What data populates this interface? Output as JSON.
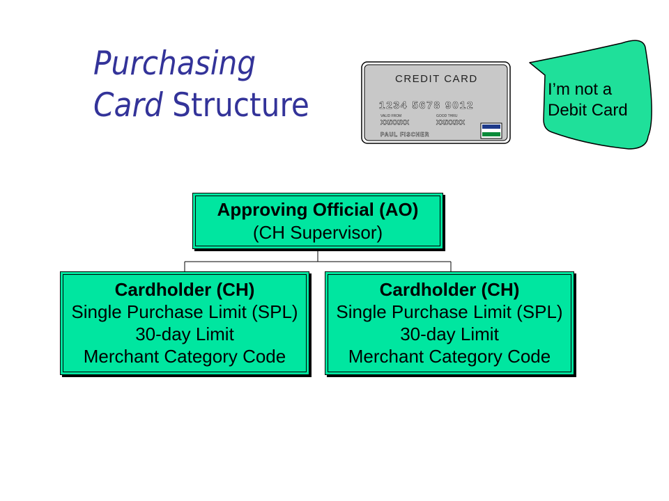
{
  "title": {
    "line1_italic": "Purchasing",
    "line2_italic": "Card",
    "line2_rest": "Structure"
  },
  "credit_card": {
    "heading": "CREDIT CARD",
    "number": "1234 5678 9012",
    "valid_from_label": "VALID FROM",
    "good_thru_label": "GOOD THRU",
    "valid_from_value": "XX/XX/XX",
    "good_thru_value": "XX/XX/XX",
    "holder_name": "PAUL FISCHER"
  },
  "callout": {
    "line1": "I’m not a",
    "line2": "Debit Card"
  },
  "org_chart": {
    "approving_official": {
      "title": "Approving Official (AO)",
      "subtitle": "(CH Supervisor)"
    },
    "cardholders": [
      {
        "title": "Cardholder (CH)",
        "line1": "Single Purchase Limit (SPL)",
        "line2": "30-day Limit",
        "line3": "Merchant Category Code"
      },
      {
        "title": "Cardholder (CH)",
        "line1": "Single Purchase Limit (SPL)",
        "line2": "30-day Limit",
        "line3": "Merchant Category Code"
      }
    ]
  },
  "colors": {
    "title": "#333399",
    "box_fill": "#00e6a0",
    "callout_fill": "#1fe09a",
    "card_fill": "#c8c8c8"
  }
}
